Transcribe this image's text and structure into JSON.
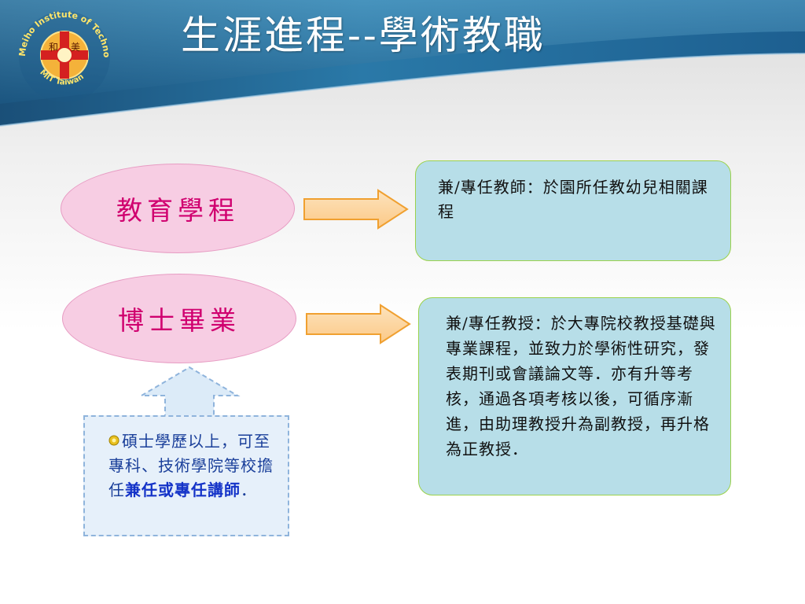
{
  "header": {
    "title": "生涯進程--學術教職",
    "logo": {
      "ring_text": "Meiho Institute of Technology",
      "bottom_text": "MIT Taiwan",
      "center_text_left": "和",
      "center_text_right": "美"
    }
  },
  "flow": {
    "path_1": {
      "label": "教育學程",
      "outcome": "兼/專任教師：於園所任教幼兒相關課程"
    },
    "path_2": {
      "label": "博士畢業",
      "outcome": "兼/專任教授：於大專院校教授基礎與專業課程，並致力於學術性研究，發表期刊或會議論文等．亦有升等考核，通過各項考核以後，可循序漸進，由助理教授升為副教授，再升格為正教授．"
    }
  },
  "note": {
    "text_plain": "碩士學歷以上，可至專科、技術學院等校擔任",
    "text_highlight": "兼任或專任講師",
    "text_end": "．"
  },
  "colors": {
    "header_band": "#1f5d8c",
    "ellipse_fill": "#f7cde3",
    "ellipse_text": "#d0006f",
    "box_fill": "#b7dee8",
    "box_border": "#9bd24c",
    "arrow_fill": "#fcd5a0",
    "arrow_border": "#f0a030",
    "note_text": "#1a3f9a"
  }
}
